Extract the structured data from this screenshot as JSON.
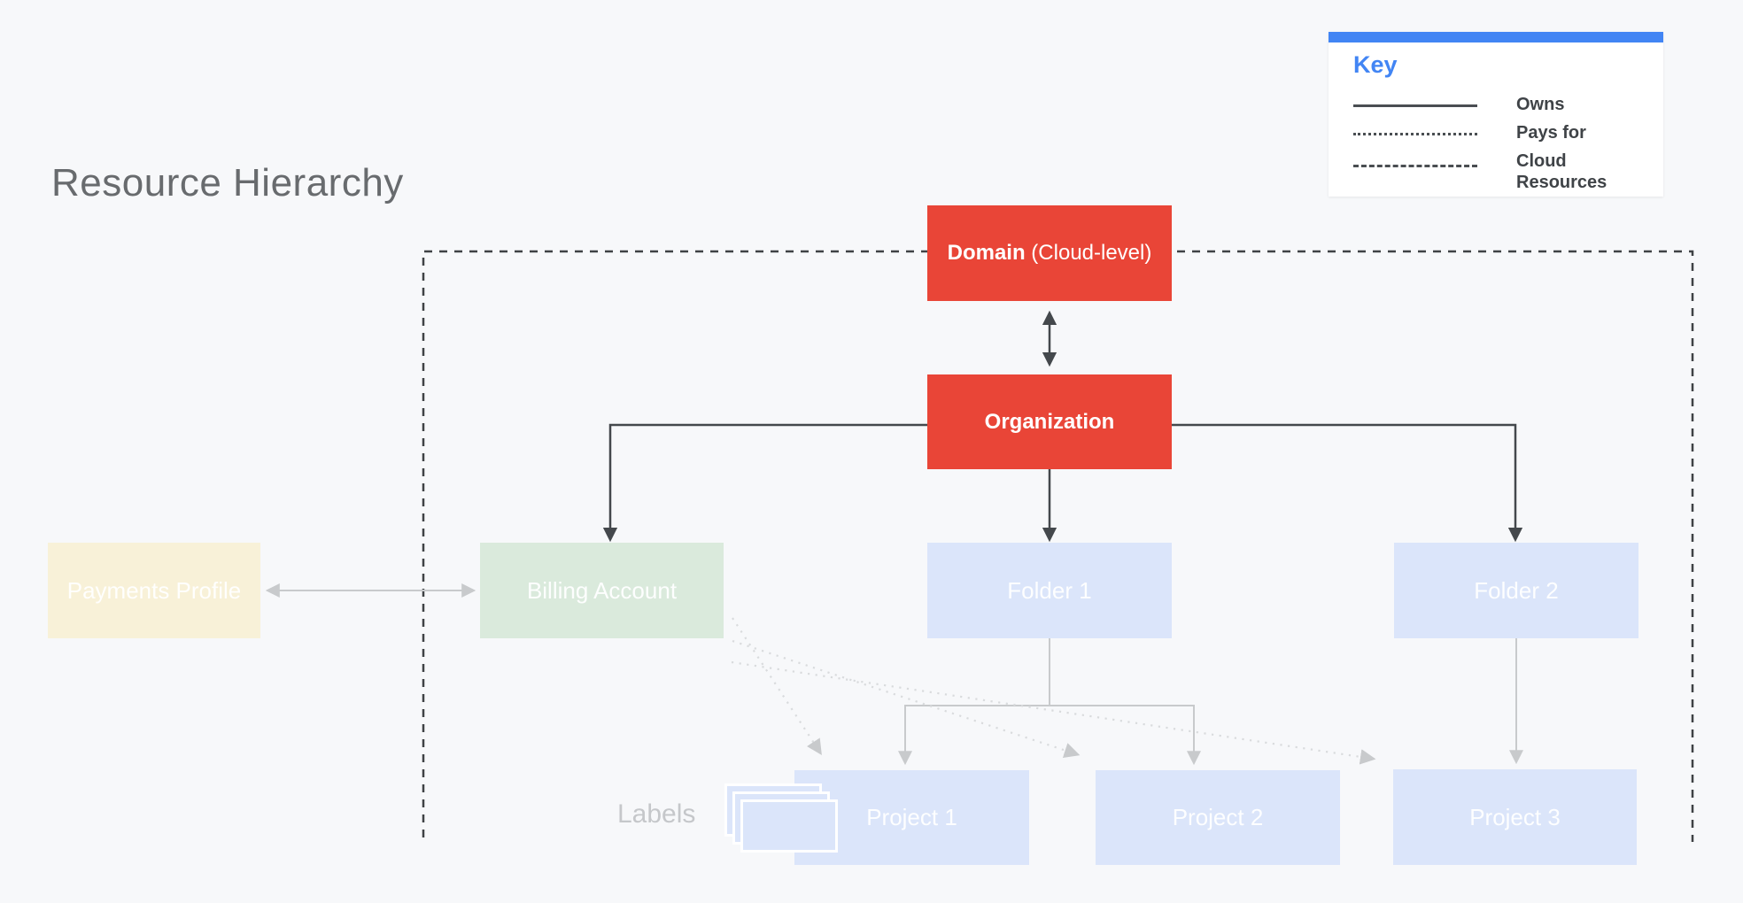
{
  "title": "Resource Hierarchy",
  "legend": {
    "title": "Key",
    "items": [
      {
        "style": "solid",
        "label": "Owns"
      },
      {
        "style": "dotted",
        "label": "Pays for"
      },
      {
        "style": "dashed",
        "label": "Cloud Resources"
      }
    ]
  },
  "nodes": {
    "domain": {
      "label_bold": "Domain",
      "label_rest": " (Cloud-level)"
    },
    "organization": {
      "label": "Organization"
    },
    "payments_profile": {
      "label": "Payments Profile"
    },
    "billing_account": {
      "label": "Billing Account"
    },
    "folder1": {
      "label": "Folder 1"
    },
    "folder2": {
      "label": "Folder 2"
    },
    "project1": {
      "label": "Project 1"
    },
    "project2": {
      "label": "Project 2"
    },
    "project3": {
      "label": "Project 3"
    }
  },
  "labels_caption": "Labels",
  "colors": {
    "bg": "#F7F8FA",
    "red": "#E94537",
    "blue": "#4285F4",
    "pastel-blue": "#DBE5FA",
    "pastel-green": "#DAEADC",
    "pastel-cream": "#F8F1D8",
    "ink-dark": "#44484C",
    "ink-gray": "#C8CACC",
    "title-gray": "#686B6E",
    "label-gray": "#C5C7CA"
  }
}
